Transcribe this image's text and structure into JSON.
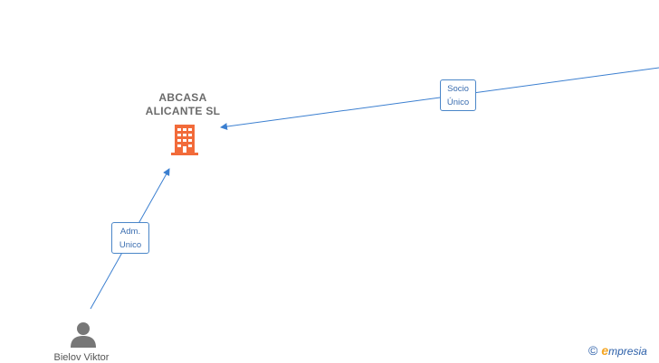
{
  "company": {
    "name_line1": "ABCASA",
    "name_line2": "ALICANTE SL",
    "icon": "building-icon"
  },
  "person": {
    "name": "Bielov Viktor",
    "icon": "person-icon"
  },
  "edges": [
    {
      "from": "offscreen-node",
      "to": "company",
      "label_line1": "Socio",
      "label_line2": "Único"
    },
    {
      "from": "person",
      "to": "company",
      "label_line1": "Adm.",
      "label_line2": "Unico"
    }
  ],
  "colors": {
    "edge": "#3b7fd0",
    "company_icon": "#f26b3a",
    "person_icon": "#777777",
    "text": "#6b6b6b"
  },
  "brand": {
    "copyright": "©",
    "e": "e",
    "rest": "mpresia"
  }
}
